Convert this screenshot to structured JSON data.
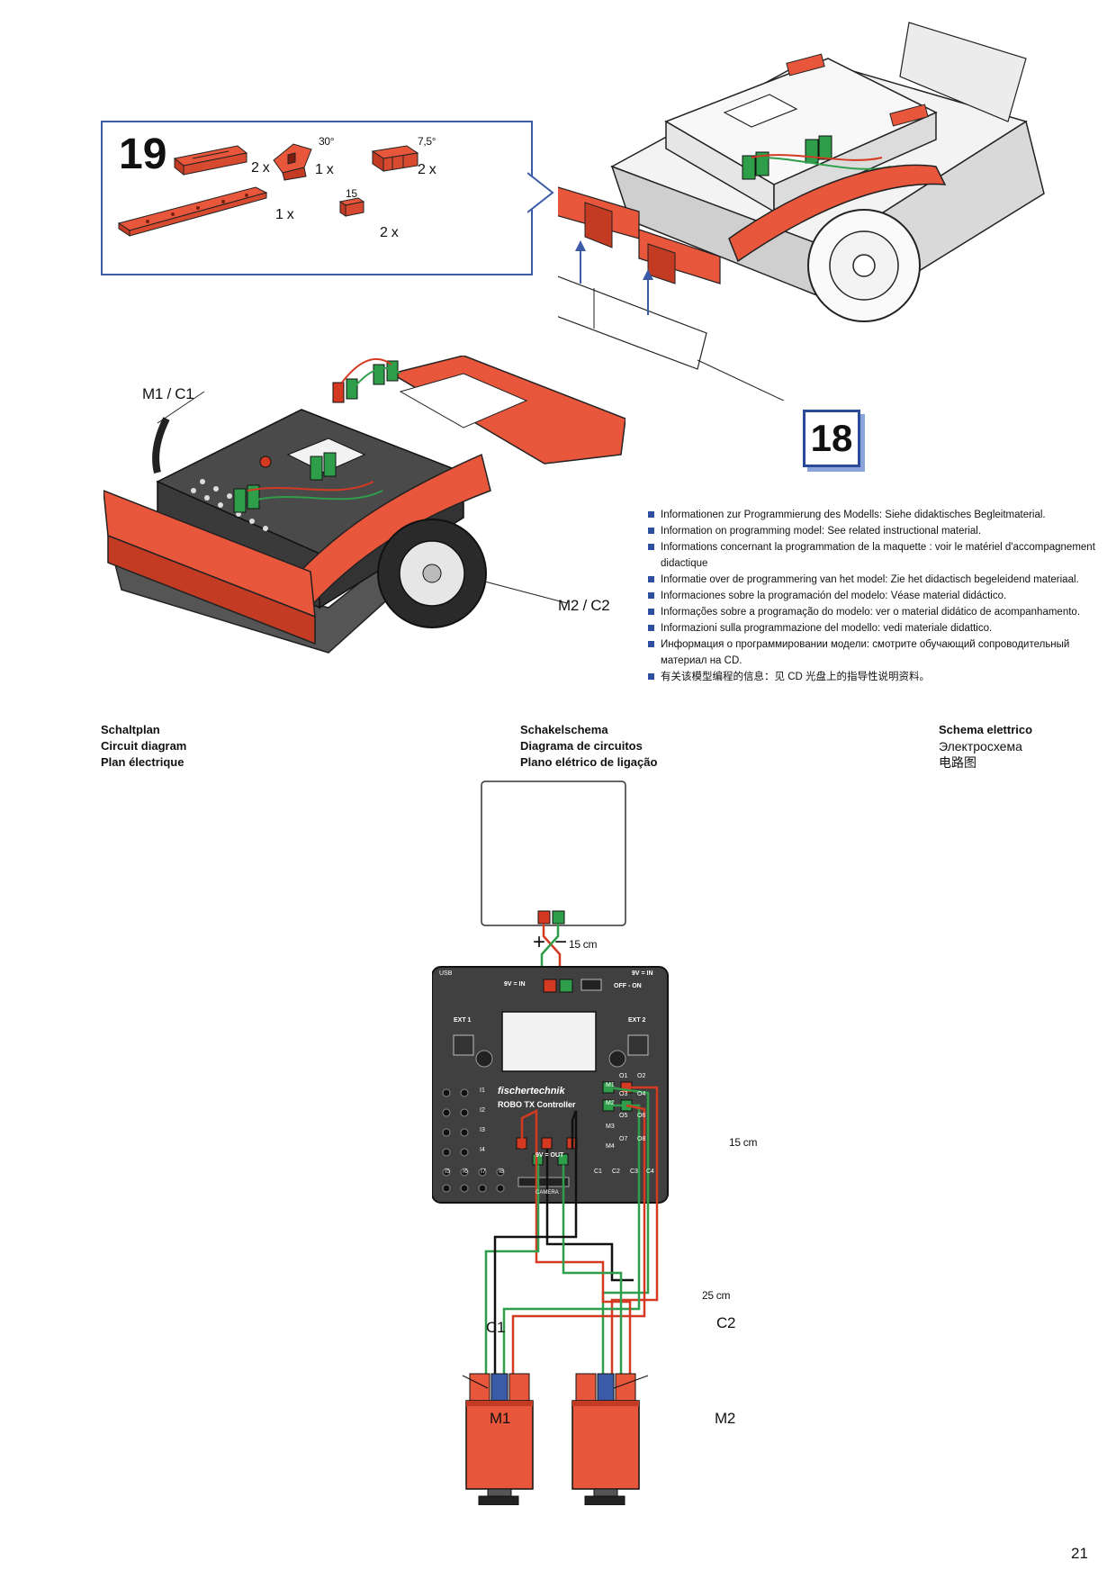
{
  "step19": {
    "number": "19",
    "parts": [
      {
        "name": "building-plate",
        "qty": "2 x"
      },
      {
        "name": "angle-block-30",
        "angle": "30°",
        "qty": "1 x"
      },
      {
        "name": "angle-block-7-5",
        "angle": "7,5°",
        "qty": "2 x"
      },
      {
        "name": "long-plate",
        "qty": "1 x"
      },
      {
        "name": "block-15",
        "size": "15",
        "qty": "2 x"
      }
    ]
  },
  "step18": {
    "number": "18"
  },
  "model_labels": {
    "m1c1": "M1 / C1",
    "m2c2": "M2 / C2"
  },
  "info_list": [
    "Informationen zur Programmierung des Modells: Siehe didaktisches Begleitmaterial.",
    "Information on programming model: See related instructional material.",
    "Informations concernant la programmation de la maquette : voir le matériel d'accompagnement didactique",
    "Informatie over de programmering van het model: Zie het didactisch begeleidend materiaal.",
    "Informaciones sobre la programación del modelo: Véase material didáctico.",
    "Informações sobre a programação do modelo: ver o material didático de acompanhamento.",
    "Informazioni sulla programmazione del modello: vedi materiale didattico.",
    "Информация о программировании модели: смотрите обучающий сопроводительный материал на CD.",
    "有关该模型编程的信息：见 CD 光盘上的指导性说明资料。"
  ],
  "circuit_headers": {
    "col1": [
      "Schaltplan",
      "Circuit diagram",
      "Plan électrique"
    ],
    "col2": [
      "Schakelschema",
      "Diagrama de circuitos",
      "Plano elétrico de ligação"
    ],
    "col3": [
      "Schema elettrico",
      "Электросхема",
      "电路图"
    ]
  },
  "circuit": {
    "battery_plus": "+",
    "battery_minus": "−",
    "cable_len_1": "15 cm",
    "cable_len_2": "15 cm",
    "cable_len_3": "25 cm",
    "controller": {
      "usb": "USB",
      "power_in_left": "9V = IN",
      "power_in_right": "9V = IN",
      "off_on": "OFF - ON",
      "ext1": "EXT 1",
      "ext2": "EXT 2",
      "brand": "fischertechnik",
      "model": "ROBO TX Controller",
      "inputs": [
        "I1",
        "I2",
        "I3",
        "I4"
      ],
      "bottom_inputs": [
        "I5",
        "I6",
        "I7",
        "I8"
      ],
      "outputs": [
        "O1",
        "O2",
        "O3",
        "O4",
        "O5",
        "O6",
        "O7",
        "O8"
      ],
      "motor_labels": [
        "M1",
        "M2",
        "M3",
        "M4"
      ],
      "counters": [
        "C1",
        "C2",
        "C3",
        "C4"
      ],
      "nine_v_out": "9V = OUT",
      "camera": "CAMERA"
    },
    "c1": "C1",
    "c2": "C2",
    "m1": "M1",
    "m2": "M2"
  },
  "page_number": "21"
}
